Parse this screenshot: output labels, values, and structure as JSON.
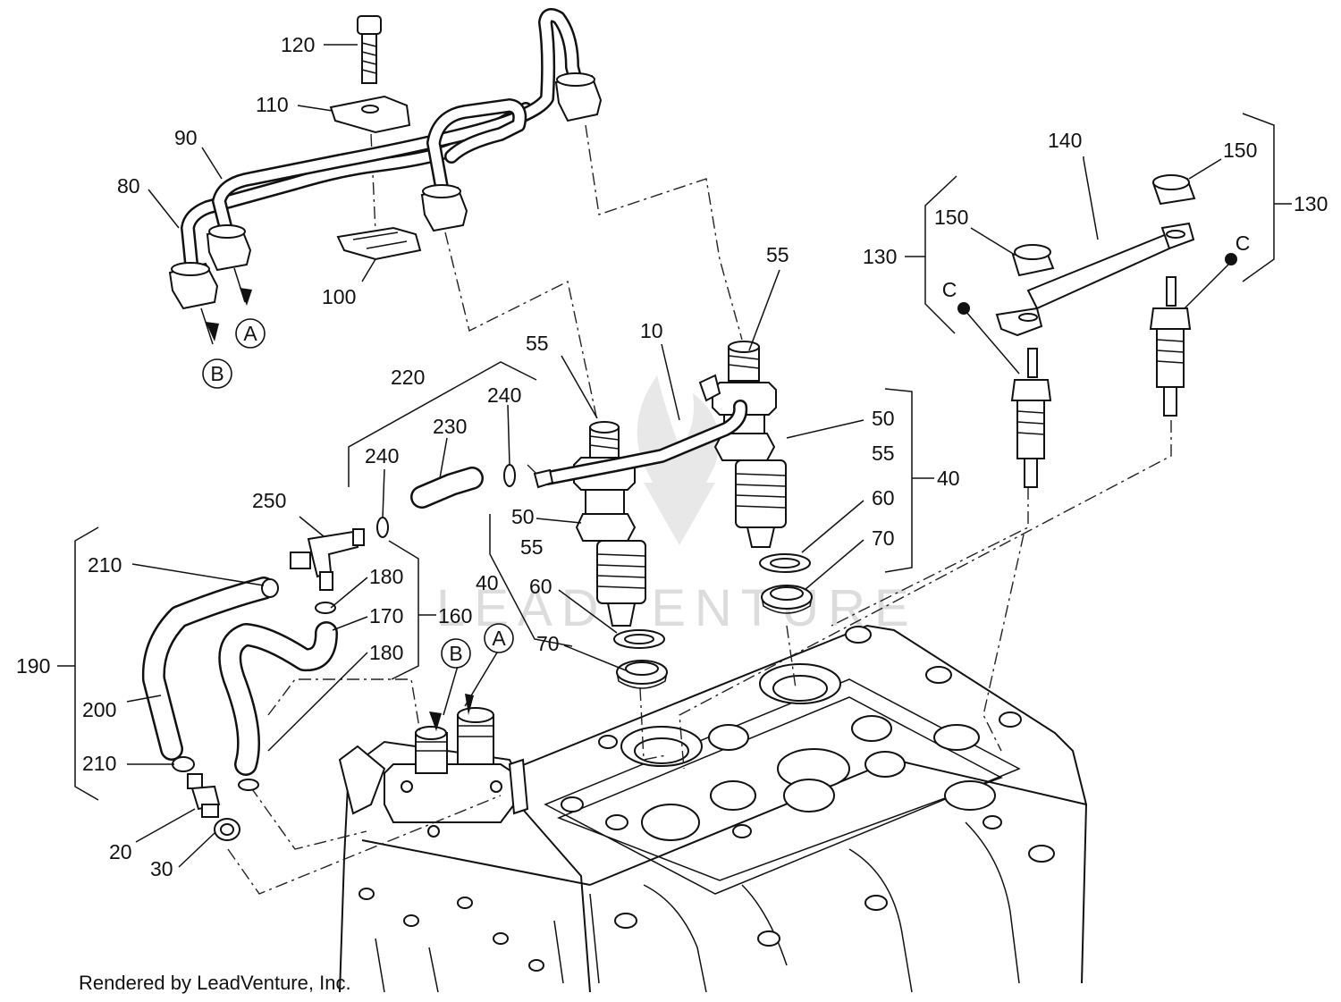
{
  "watermark": {
    "text": "LEADVENTURE"
  },
  "footer": {
    "credit": "Rendered by LeadVenture, Inc."
  },
  "callouts": {
    "l10": "10",
    "l20": "20",
    "l30": "30",
    "l40a": "40",
    "l40b": "40",
    "l50a": "50",
    "l50b": "50",
    "l55a": "55",
    "l55b": "55",
    "l55c": "55",
    "l55d": "55",
    "l60a": "60",
    "l60b": "60",
    "l70a": "70",
    "l70b": "70",
    "l80": "80",
    "l90": "90",
    "l100": "100",
    "l110": "110",
    "l120": "120",
    "l130a": "130",
    "l130b": "130",
    "l140": "140",
    "l150a": "150",
    "l150b": "150",
    "l160": "160",
    "l170": "170",
    "l180a": "180",
    "l180b": "180",
    "l190": "190",
    "l200": "200",
    "l210a": "210",
    "l210b": "210",
    "l220": "220",
    "l230": "230",
    "l240a": "240",
    "l240b": "240",
    "l250": "250"
  },
  "references": {
    "a_top": "A",
    "b_top": "B",
    "a_bottom": "A",
    "b_bottom": "B",
    "c_left": "C",
    "c_right": "C"
  }
}
